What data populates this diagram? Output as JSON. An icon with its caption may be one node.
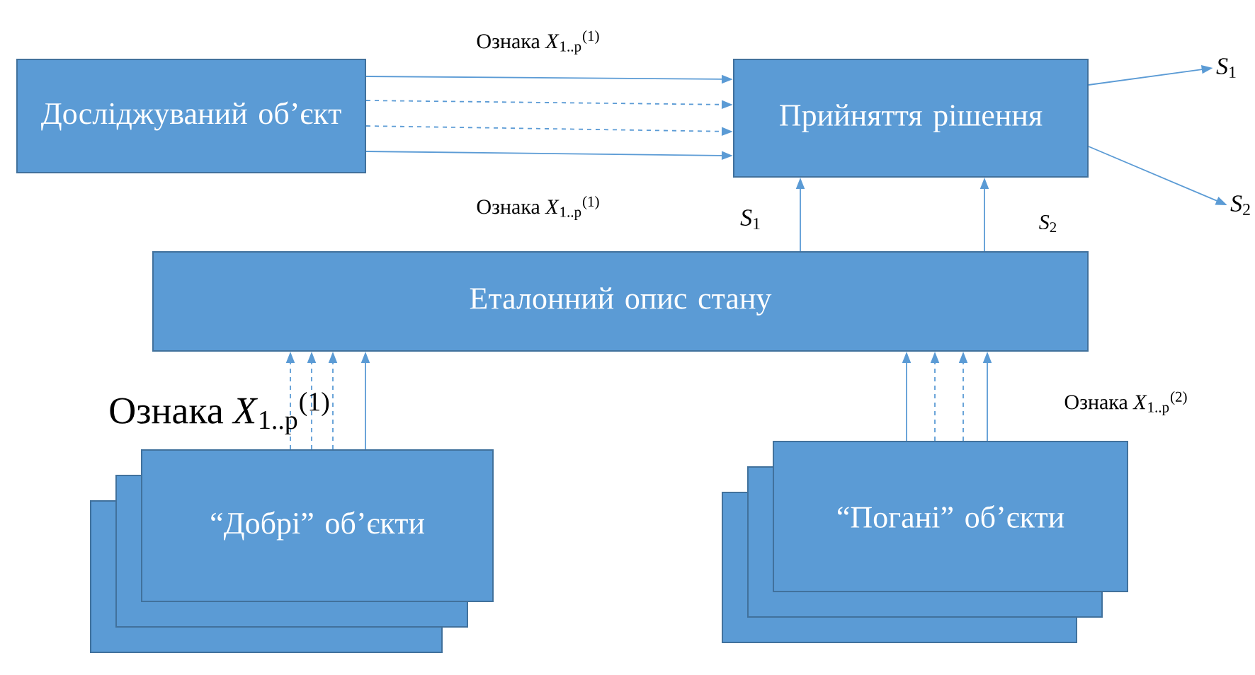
{
  "diagram": {
    "nodes": [
      {
        "text": [
          "Досліджуваний об’єкт"
        ]
      },
      {
        "text": [
          "Прийняття рішення"
        ]
      },
      {
        "text": [
          "Еталонний опис стану"
        ]
      },
      {
        "text": [
          "“Добрі” об’єкти"
        ]
      },
      {
        "text": [
          "“Погані” об’єкти"
        ]
      },
      {
        "text": [
          "*S*$_{1}$"
        ]
      },
      {
        "text": [
          "*S*$_{2}$"
        ]
      }
    ],
    "edges": [
      {
        "from": 0,
        "to": 1,
        "arrow": "to"
      },
      {
        "from": 0,
        "to": 1,
        "arrow": "to",
        "style": "dashed"
      },
      {
        "from": 0,
        "to": 1,
        "arrow": "to",
        "style": "dashed"
      },
      {
        "from": 0,
        "to": 1,
        "arrow": "to"
      },
      {
        "from": 1,
        "to": 5,
        "arrow": "to"
      },
      {
        "from": 1,
        "to": 6,
        "arrow": "to"
      },
      {
        "from": 2,
        "to": 1,
        "arrow": "to"
      },
      {
        "from": 2,
        "to": 1,
        "arrow": "to"
      },
      {
        "from": 3,
        "to": 2,
        "arrow": "to",
        "style": "dashed"
      },
      {
        "from": 3,
        "to": 2,
        "arrow": "to",
        "style": "dashed"
      },
      {
        "from": 3,
        "to": 2,
        "arrow": "to",
        "style": "dashed"
      },
      {
        "from": 3,
        "to": 2,
        "arrow": "to"
      },
      {
        "from": 4,
        "to": 2,
        "arrow": "to"
      },
      {
        "from": 4,
        "to": 2,
        "arrow": "to",
        "style": "dashed"
      },
      {
        "from": 4,
        "to": 2,
        "arrow": "to",
        "style": "dashed"
      },
      {
        "from": 4,
        "to": 2,
        "arrow": "to"
      }
    ],
    "labels": [
      "Ознака *X*$_{1..p}$$^{(1)}$",
      "Ознака *X*$_{1..p}$$^{(1)}$",
      "*S*$_{1}$",
      "*S*$_{2}$",
      "Ознака *X*$_{1..p}$$^{(1)}$",
      "Ознака *X*$_{1..p}$$^{(2)}$"
    ]
  }
}
